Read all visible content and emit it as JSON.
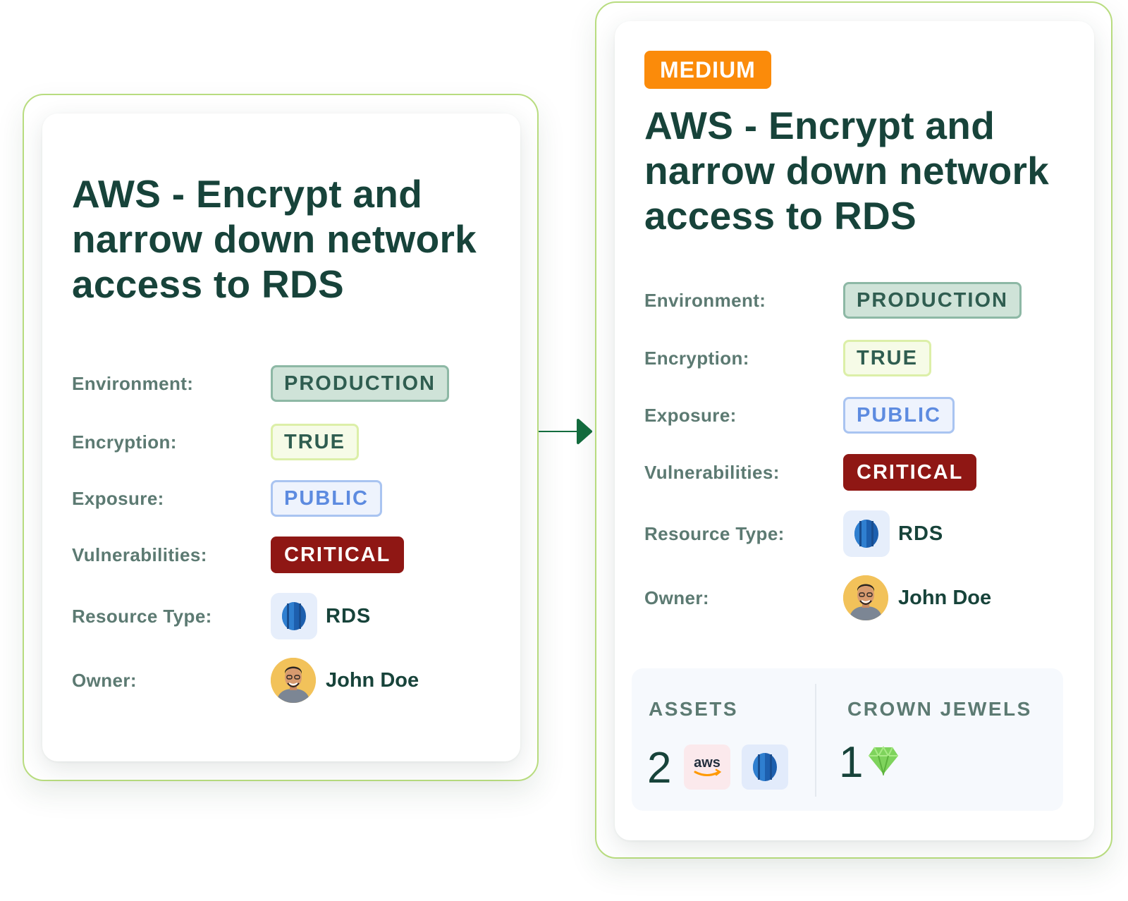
{
  "left_card": {
    "title": "AWS - Encrypt and narrow down network access to RDS",
    "rows": {
      "environment": {
        "label": "Environment:",
        "value": "PRODUCTION"
      },
      "encryption": {
        "label": "Encryption:",
        "value": "TRUE"
      },
      "exposure": {
        "label": "Exposure:",
        "value": "PUBLIC"
      },
      "vulnerabilities": {
        "label": "Vulnerabilities:",
        "value": "CRITICAL"
      },
      "resource_type": {
        "label": "Resource Type:",
        "value": "RDS",
        "icon": "rds-database-icon"
      },
      "owner": {
        "label": "Owner:",
        "value": "John Doe",
        "icon": "avatar"
      }
    }
  },
  "right_card": {
    "severity": "MEDIUM",
    "title": "AWS - Encrypt and narrow down network access to RDS",
    "rows": {
      "environment": {
        "label": "Environment:",
        "value": "PRODUCTION"
      },
      "encryption": {
        "label": "Encryption:",
        "value": "TRUE"
      },
      "exposure": {
        "label": "Exposure:",
        "value": "PUBLIC"
      },
      "vulnerabilities": {
        "label": "Vulnerabilities:",
        "value": "CRITICAL"
      },
      "resource_type": {
        "label": "Resource Type:",
        "value": "RDS",
        "icon": "rds-database-icon"
      },
      "owner": {
        "label": "Owner:",
        "value": "John Doe",
        "icon": "avatar"
      }
    },
    "stats": {
      "assets": {
        "label": "ASSETS",
        "count": "2",
        "icons": [
          "aws-logo-icon",
          "rds-database-icon"
        ]
      },
      "crown_jewels": {
        "label": "CROWN JEWELS",
        "count": "1",
        "icon": "diamond-icon"
      }
    }
  },
  "connector": {
    "icon": "arrow-right-icon"
  },
  "colors": {
    "frame_border": "#b8dc7f",
    "title_text": "#17433a",
    "label_text": "#5c7a72",
    "severity_medium": "#fb8b0a",
    "production": "#cfe3d8",
    "true": "#f6fbe7",
    "public": "#5d8be0",
    "critical": "#8f1714",
    "connector": "#136c3e",
    "diamond": "#7ed35c"
  }
}
